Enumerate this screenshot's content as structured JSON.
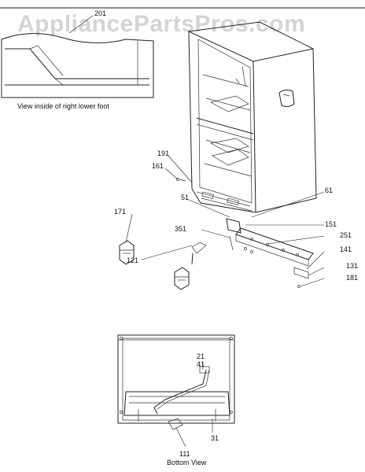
{
  "watermark": "AppliancePartsPros.com",
  "inset": {
    "caption": "View inside of right lower foot",
    "part_label": "201"
  },
  "callouts": {
    "p191": "191",
    "p161": "161",
    "p51": "51",
    "p61": "61",
    "p171": "171",
    "p351": "351",
    "p151": "151",
    "p251": "251",
    "p121": "121",
    "p141": "141",
    "p131": "131",
    "p181": "181",
    "p21": "21",
    "p41": "41",
    "p31": "31",
    "p111": "111"
  },
  "bottom_view": {
    "caption": "Bottom View"
  }
}
